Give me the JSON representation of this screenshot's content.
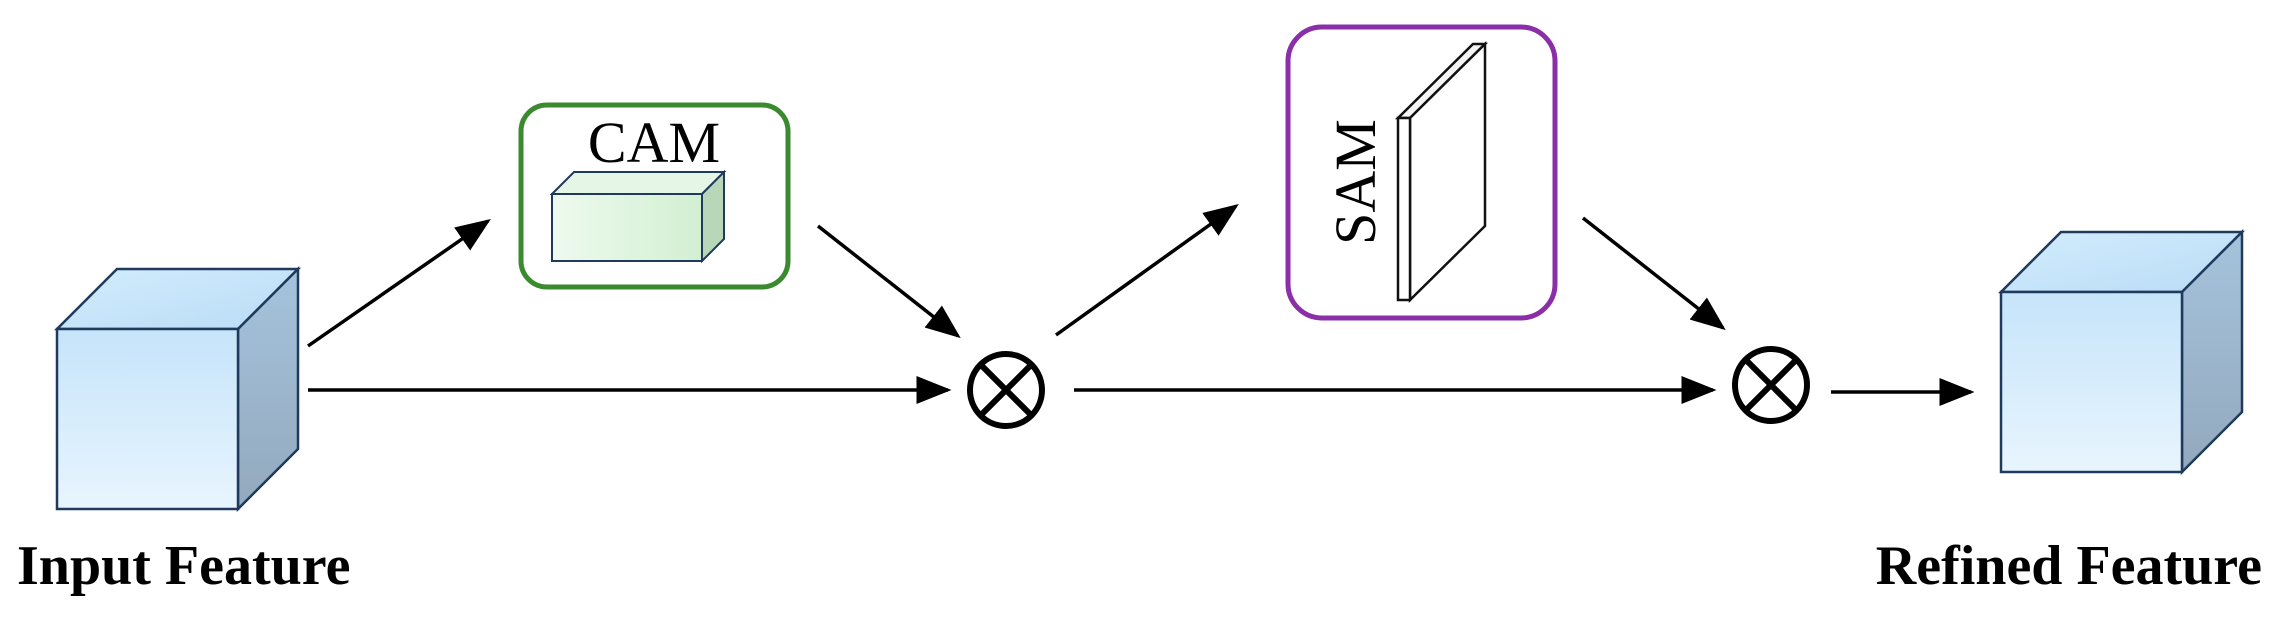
{
  "diagram": {
    "input_label": "Input Feature",
    "output_label": "Refined Feature",
    "cam": {
      "label": "CAM",
      "border_color": "#3a8a2e"
    },
    "sam": {
      "label": "SAM",
      "border_color": "#8b2fa8"
    },
    "operator_icon": "circled-times-icon",
    "colors": {
      "cube_front_top": "#c9e6fb",
      "cube_front_bottom": "#e4f3fd",
      "cube_side": "#9fb4c9",
      "cam_block": "#dff3df",
      "stroke": "#1f3a5c"
    }
  }
}
